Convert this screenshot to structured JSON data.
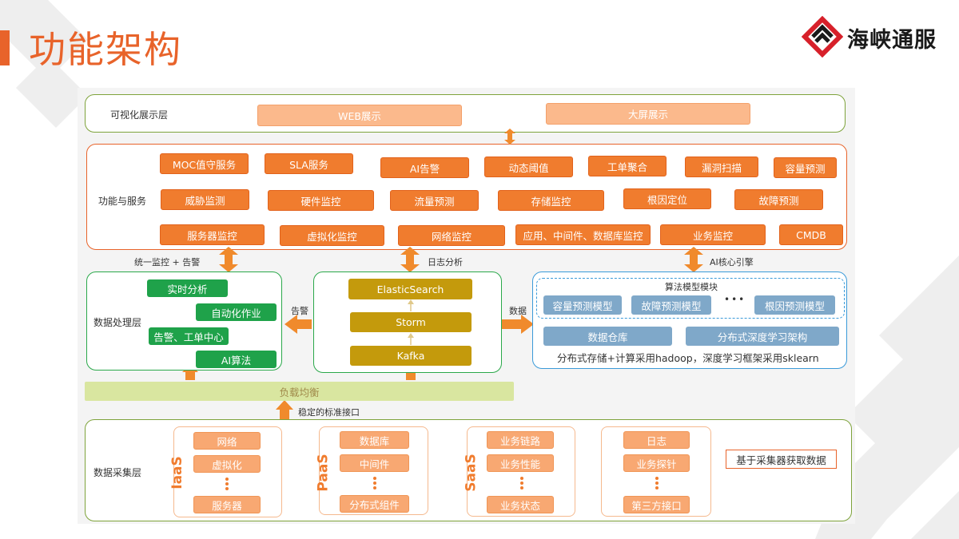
{
  "header": {
    "title": "功能架构",
    "brand": "海峡通服"
  },
  "colors": {
    "accent": "#e8632a",
    "green": "#1fa24a",
    "gold": "#c49a0c",
    "blue": "#3a9ad9",
    "olive": "#7ea33b"
  },
  "visual_layer": {
    "label": "可视化展示层",
    "items": [
      "WEB展示",
      "大屏展示"
    ]
  },
  "service_layer": {
    "label": "功能与服务",
    "row1": [
      "MOC值守服务",
      "SLA服务",
      "AI告警",
      "动态阈值",
      "工单聚合",
      "漏洞扫描",
      "容量预测"
    ],
    "row2": [
      "威胁监测",
      "硬件监控",
      "流量预测",
      "存储监控",
      "根因定位",
      "故障预测"
    ],
    "row3": [
      "服务器监控",
      "虚拟化监控",
      "网络监控",
      "应用、中间件、数据库监控",
      "业务监控",
      "CMDB"
    ]
  },
  "connectors": {
    "unified": "统一监控 + 告警",
    "log_analysis": "日志分析",
    "ai_engine": "AI核心引擎",
    "alert": "告警",
    "data": "数据",
    "stable_interface": "稳定的标准接口"
  },
  "processing_layer": {
    "label": "数据处理层",
    "items": [
      "实时分析",
      "自动化作业",
      "告警、工单中心",
      "AI算法"
    ]
  },
  "log_stack": [
    "ElasticSearch",
    "Storm",
    "Kafka"
  ],
  "ai_block": {
    "module_title": "算法模型模块",
    "models": [
      "容量预测模型",
      "故障预测模型",
      "根因预测模型"
    ],
    "ellipsis": "•••",
    "infra": [
      "数据仓库",
      "分布式深度学习架构"
    ],
    "note": "分布式存储+计算采用hadoop，深度学习框架采用sklearn"
  },
  "load_balance": "负载均衡",
  "collect_layer": {
    "label": "数据采集层",
    "groups": [
      {
        "tag": "IaaS",
        "items": [
          "网络",
          "虚拟化",
          "服务器"
        ]
      },
      {
        "tag": "PaaS",
        "items": [
          "数据库",
          "中间件",
          "分布式组件"
        ]
      },
      {
        "tag": "SaaS",
        "items": [
          "业务链路",
          "业务性能",
          "业务状态"
        ]
      },
      {
        "tag": "",
        "items": [
          "日志",
          "业务探针",
          "第三方接口"
        ]
      }
    ],
    "note": "基于采集器获取数据"
  },
  "icons": {
    "logo": "brand-logo-icon",
    "arrow": "double-arrow-icon"
  }
}
